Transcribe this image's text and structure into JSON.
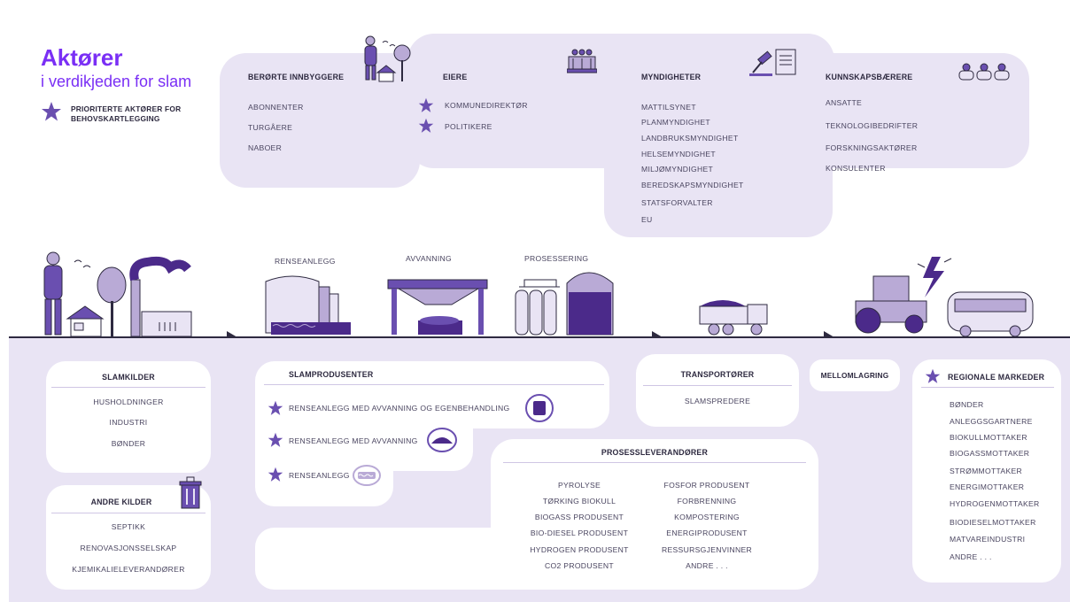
{
  "title": {
    "main": "Aktører",
    "sub": "i verdikjeden for slam",
    "legend": "PRIORITERTE AKTØRER FOR BEHOVSKARTLEGGING",
    "legend_line1": "PRIORITERTE AKTØRER FOR",
    "legend_line2": "BEHOVSKARTLEGGING"
  },
  "colors": {
    "accent": "#7a2ff5",
    "light_purple": "#e9e4f4",
    "mid_purple": "#b9aad6",
    "dark_purple": "#4b2a8a",
    "star": "#6a4fb0"
  },
  "top_groups": {
    "berorte": {
      "heading": "BERØRTE INNBYGGERE",
      "items": [
        "ABONNENTER",
        "TURGÅERE",
        "NABOER"
      ]
    },
    "eiere": {
      "heading": "EIERE",
      "items": [
        "KOMMUNEDIREKTØR",
        "POLITIKERE"
      ]
    },
    "myndigheter": {
      "heading": "MYNDIGHETER",
      "items": [
        "MATTILSYNET",
        "PLANMYNDIGHET",
        "LANDBRUKSMYNDIGHET",
        "HELSEMYNDIGHET",
        "MILJØMYNDIGHET",
        "BEREDSKAPSMYNDIGHET",
        "STATSFORVALTER",
        "EU"
      ]
    },
    "kunnskap": {
      "heading": "KUNNSKAPSBÆRERE",
      "items": [
        "ANSATTE",
        "TEKNOLOGIBEDRIFTER",
        "FORSKNINGSAKTØRER",
        "KONSULENTER"
      ]
    }
  },
  "stages": {
    "renseanlegg": "RENSEANLEGG",
    "avvanning": "AVVANNING",
    "prosessering": "PROSESSERING"
  },
  "bottom_groups": {
    "slamkilder": {
      "heading": "SLAMKILDER",
      "items": [
        "HUSHOLDNINGER",
        "INDUSTRI",
        "BØNDER"
      ]
    },
    "andre_kilder": {
      "heading": "ANDRE KILDER",
      "items": [
        "SEPTIKK",
        "RENOVASJONSSELSKAP",
        "KJEMIKALIELEVERANDØRER"
      ]
    },
    "slamprodusenter": {
      "heading": "SLAMPRODUSENTER",
      "items": [
        "RENSEANLEGG MED AVVANNING OG EGENBEHANDLING",
        "RENSEANLEGG MED AVVANNING",
        "RENSEANLEGG"
      ]
    },
    "prosessleverandorer": {
      "heading": "PROSESSLEVERANDØRER",
      "left": [
        "PYROLYSE",
        "TØRKING BIOKULL",
        "BIOGASS PRODUSENT",
        "BIO-DIESEL PRODUSENT",
        "HYDROGEN PRODUSENT",
        "CO2 PRODUSENT"
      ],
      "right": [
        "FOSFOR PRODUSENT",
        "FORBRENNING",
        "KOMPOSTERING",
        "ENERGIPRODUSENT",
        "RESSURSGJENVINNER",
        "ANDRE . . ."
      ]
    },
    "transportorer": {
      "heading": "TRANSPORTØRER",
      "items": [
        "SLAMSPREDERE"
      ]
    },
    "mellomlagring": {
      "heading": "MELLOMLAGRING"
    },
    "regionale": {
      "heading": "REGIONALE MARKEDER",
      "items": [
        "BØNDER",
        "ANLEGGSGARTNERE",
        "BIOKULLMOTTAKER",
        "BIOGASSMOTTAKER",
        "STRØMMOTTAKER",
        "ENERGIMOTTAKER",
        "HYDROGENMOTTAKER",
        "BIODIESELMOTTAKER",
        "MATVAREINDUSTRI",
        "ANDRE . . ."
      ]
    }
  }
}
